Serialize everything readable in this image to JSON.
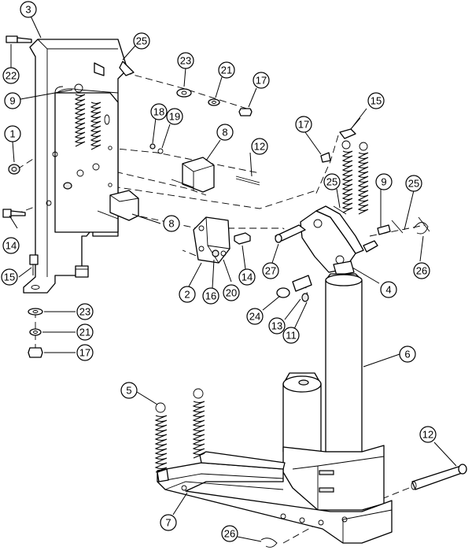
{
  "callouts": [
    {
      "id": "c-3",
      "label": "3"
    },
    {
      "id": "c-25a",
      "label": "25"
    },
    {
      "id": "c-22",
      "label": "22"
    },
    {
      "id": "c-9a",
      "label": "9"
    },
    {
      "id": "c-23a",
      "label": "23"
    },
    {
      "id": "c-21a",
      "label": "21"
    },
    {
      "id": "c-17a",
      "label": "17"
    },
    {
      "id": "c-1",
      "label": "1"
    },
    {
      "id": "c-18",
      "label": "18"
    },
    {
      "id": "c-19",
      "label": "19"
    },
    {
      "id": "c-8a",
      "label": "8"
    },
    {
      "id": "c-12a",
      "label": "12"
    },
    {
      "id": "c-15a",
      "label": "15"
    },
    {
      "id": "c-17b",
      "label": "17"
    },
    {
      "id": "c-25b",
      "label": "25"
    },
    {
      "id": "c-9b",
      "label": "9"
    },
    {
      "id": "c-25c",
      "label": "25"
    },
    {
      "id": "c-14a",
      "label": "14"
    },
    {
      "id": "c-8b",
      "label": "8"
    },
    {
      "id": "c-26a",
      "label": "26"
    },
    {
      "id": "c-27",
      "label": "27"
    },
    {
      "id": "c-14b",
      "label": "14"
    },
    {
      "id": "c-4",
      "label": "4"
    },
    {
      "id": "c-15b",
      "label": "15"
    },
    {
      "id": "c-2",
      "label": "2"
    },
    {
      "id": "c-16",
      "label": "16"
    },
    {
      "id": "c-20",
      "label": "20"
    },
    {
      "id": "c-24",
      "label": "24"
    },
    {
      "id": "c-13",
      "label": "13"
    },
    {
      "id": "c-11",
      "label": "11"
    },
    {
      "id": "c-23b",
      "label": "23"
    },
    {
      "id": "c-21b",
      "label": "21"
    },
    {
      "id": "c-17c",
      "label": "17"
    },
    {
      "id": "c-6",
      "label": "6"
    },
    {
      "id": "c-5",
      "label": "5"
    },
    {
      "id": "c-12b",
      "label": "12"
    },
    {
      "id": "c-7",
      "label": "7"
    },
    {
      "id": "c-26b",
      "label": "26"
    }
  ]
}
